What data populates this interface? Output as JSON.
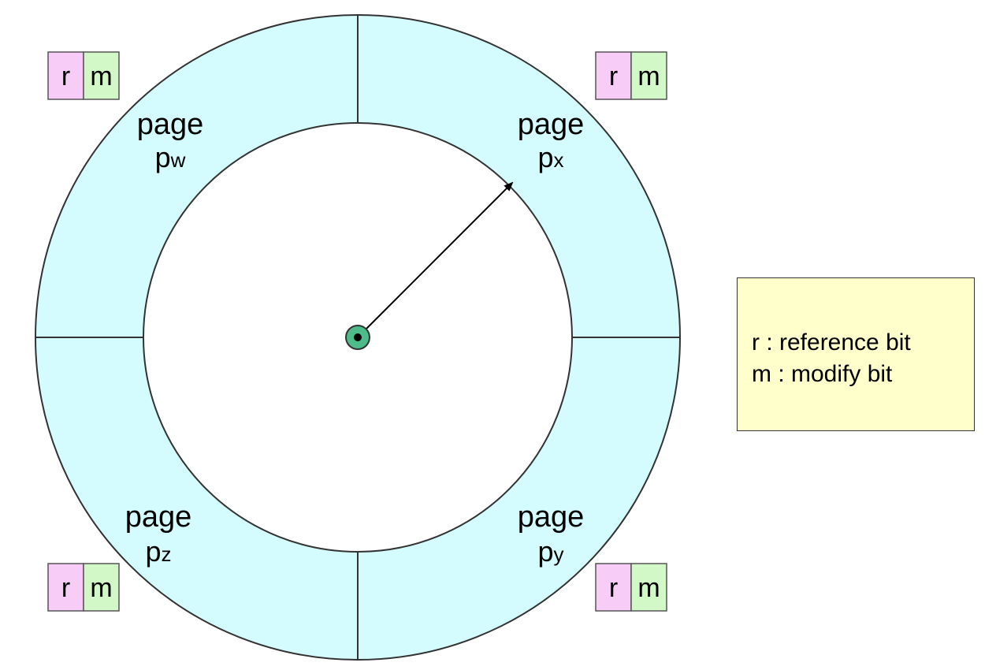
{
  "colors": {
    "ring_fill": "#d4fbfd",
    "ring_stroke": "#333333",
    "reference_bit_fill": "#f7cdf7",
    "modify_bit_fill": "#d3f8c8",
    "hub_fill": "#4dbb8a",
    "legend_fill": "#ffffcc"
  },
  "pages": [
    {
      "id": "pw",
      "word": "page",
      "base": "p",
      "sub": "w",
      "ref_bit": "r",
      "mod_bit": "m"
    },
    {
      "id": "px",
      "word": "page",
      "base": "p",
      "sub": "x",
      "ref_bit": "r",
      "mod_bit": "m"
    },
    {
      "id": "pz",
      "word": "page",
      "base": "p",
      "sub": "z",
      "ref_bit": "r",
      "mod_bit": "m"
    },
    {
      "id": "py",
      "word": "page",
      "base": "p",
      "sub": "y",
      "ref_bit": "r",
      "mod_bit": "m"
    }
  ],
  "legend": {
    "line1": "r : reference bit",
    "line2": "m : modify bit"
  }
}
